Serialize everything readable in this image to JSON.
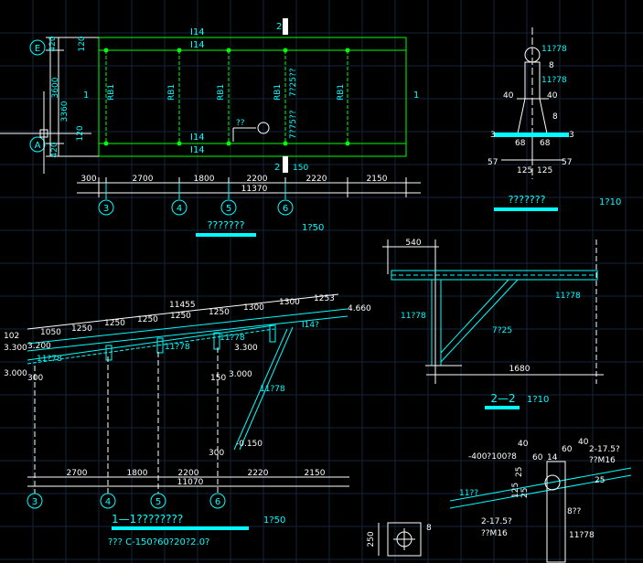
{
  "plan": {
    "grid_h": [
      "E",
      "A"
    ],
    "dims_left": [
      "420",
      "120",
      "3600",
      "3360",
      "120",
      "420"
    ],
    "ends_i": [
      "1",
      "1"
    ],
    "top_labels": [
      "I14",
      "I14",
      "2",
      "I14",
      "I14"
    ],
    "rb": [
      "RB1",
      "RB1",
      "RB1",
      "RB1",
      "RB1"
    ],
    "brace1": "7?25??",
    "brace2": "7?75??",
    "mid_q": "??",
    "bottom_2": "2",
    "dim_150": "150",
    "dims_bottom": [
      "300",
      "2700",
      "1800",
      "2200",
      "2220",
      "2150"
    ],
    "total": "11370",
    "axes": [
      "3",
      "4",
      "5",
      "6"
    ],
    "title": "???????",
    "scale": "1?50"
  },
  "detail_top": {
    "labels": [
      "11?78",
      "8",
      "11?78",
      "40",
      "40",
      "8",
      "3",
      "3",
      "68",
      "68",
      "57",
      "125",
      "125",
      "57"
    ],
    "title": "???????",
    "scale": "1?10"
  },
  "section22": {
    "dim_540": "540",
    "labels": [
      "11?78",
      "11?78",
      "7?25",
      "1680"
    ],
    "title": "2—2",
    "scale": "1?10"
  },
  "section11": {
    "top_dims": [
      "11455",
      "102",
      "1050",
      "1250",
      "1250",
      "1250",
      "1250",
      "1250",
      "1300",
      "1300",
      "1253"
    ],
    "elev_4660": "4.660",
    "elev_3300a": "3.300",
    "elev_3200": "3.200",
    "elev_3000a": "3.000",
    "elev_3300b": "3.300",
    "elev_3000b": "3.000",
    "elev_m0150": "-0.150",
    "member_labels": [
      "11?78",
      "11?78",
      "11?78",
      "11?78",
      "I14?"
    ],
    "dims_small": [
      "300",
      "150",
      "300"
    ],
    "dims_bottom": [
      "2700",
      "1800",
      "2200",
      "2220",
      "2150"
    ],
    "total": "11070",
    "axes": [
      "3",
      "4",
      "5",
      "6"
    ],
    "title": "1—1????????",
    "scale": "1?50",
    "note": "??? C-150?60?20?2.0?"
  },
  "detail_bottom": {
    "labels": [
      "40",
      "40",
      "-400?100?8",
      "60",
      "14",
      "60",
      "2-17.5?",
      "??M16",
      "25",
      "125",
      "25",
      "25",
      "11??",
      "2-17.5?",
      "??M16",
      "8??",
      "11?78"
    ]
  },
  "detail_plate": {
    "dim_250": "250",
    "label_8": "8"
  }
}
